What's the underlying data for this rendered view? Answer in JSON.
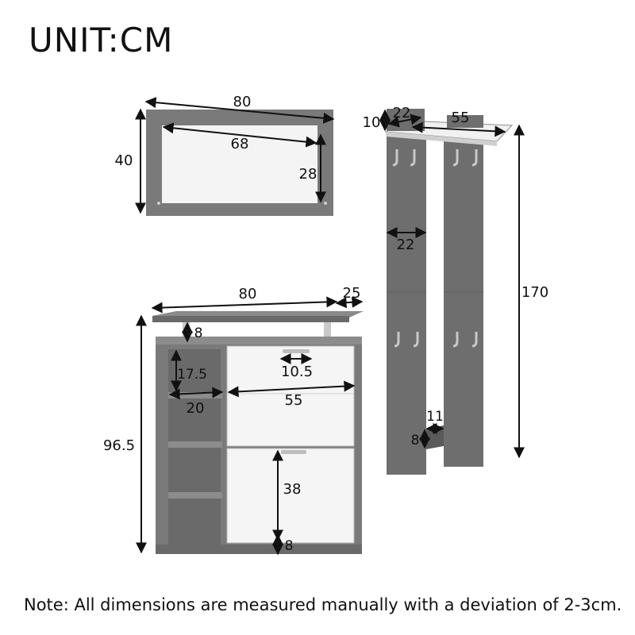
{
  "title": "UNIT:CM",
  "note": "Note: All dimensions are measured manually with a deviation of 2-3cm.",
  "colors": {
    "frame_gray": "#7a7a7b",
    "dark_gray": "#626263",
    "white_panel": "#f5f5f6",
    "dim_line": "#111111"
  },
  "mirror": {
    "width": "80",
    "height": "40",
    "inner_width": "68",
    "inner_height": "28"
  },
  "coat_rack": {
    "shelf_thickness": "10",
    "shelf_depth": "22",
    "shelf_width": "55",
    "panel_width": "22",
    "height": "170",
    "gap_width": "11",
    "gap_height": "8"
  },
  "shoe_cabinet": {
    "top_width": "80",
    "depth": "25",
    "top_gap": "8",
    "shelf_height": "17.5",
    "shelf_width": "20",
    "handle_width": "10.5",
    "drawer_width": "55",
    "height": "96.5",
    "door_height": "38",
    "plinth_height": "8"
  }
}
